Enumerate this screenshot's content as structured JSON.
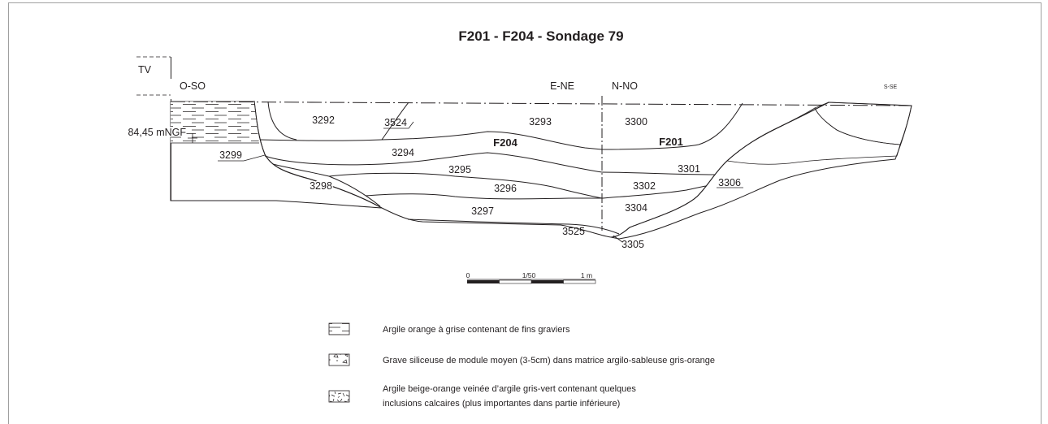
{
  "title": "F201 - F204 - Sondage 79",
  "section": {
    "tv": "TV",
    "orientation": {
      "left_end": "O-SO",
      "middle_left": "E-NE",
      "middle_right": "N-NO",
      "right_end": "S-SE"
    },
    "altitude": "84,45 mNGF",
    "features": {
      "f204": "F204",
      "f201": "F201"
    },
    "units": {
      "u3292": "3292",
      "u3524": "3524",
      "u3293": "3293",
      "u3300": "3300",
      "u3294": "3294",
      "u3299": "3299",
      "u3295": "3295",
      "u3301": "3301",
      "u3298": "3298",
      "u3296": "3296",
      "u3302": "3302",
      "u3306": "3306",
      "u3297": "3297",
      "u3304": "3304",
      "u3525": "3525",
      "u3305": "3305"
    }
  },
  "scale": {
    "start": "0",
    "ratio": "1/50",
    "end": "1 m"
  },
  "legend": [
    {
      "line1": "Argile orange à grise contenant de fins graviers"
    },
    {
      "line1": "Grave siliceuse de module moyen (3-5cm) dans matrice argilo-sableuse gris-orange"
    },
    {
      "line1": "Argile beige-orange veinée d’argile gris-vert contenant quelques",
      "line2": "inclusions calcaires (plus importantes dans partie inférieure)"
    }
  ]
}
